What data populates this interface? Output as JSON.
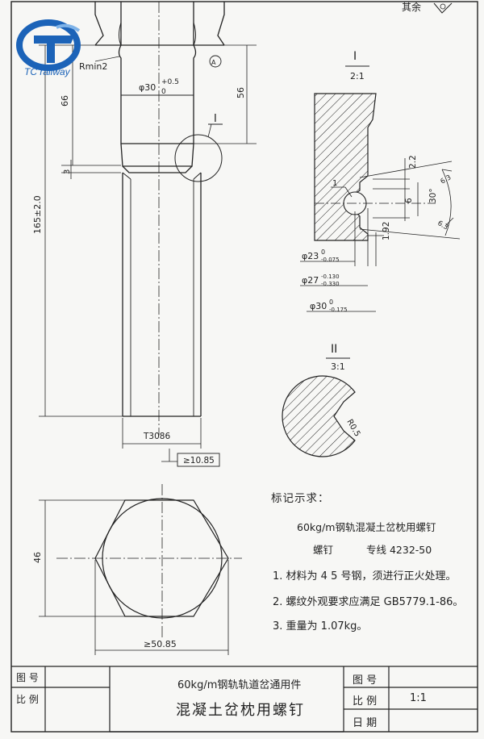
{
  "logo": {
    "text": "TC rallway",
    "color": "#1c63b8"
  },
  "roughness": {
    "label": "其余"
  },
  "dims": {
    "rmin": "Rmin2",
    "d30": "φ30",
    "d30_tol": "+0.5",
    "d30_tol0": "0",
    "len66": "66",
    "len56": "56",
    "len3": "3",
    "len165": "165±2.0",
    "thread": "T3086",
    "ge10_85": "≥10.85",
    "width46": "46",
    "ge50_85": "≥50.85",
    "section_marker": "I",
    "datum": "A"
  },
  "detail1": {
    "title": "I",
    "scale": "2:1",
    "d23": "φ23",
    "d23_tol": "0",
    "d23_tol2": "-0.075",
    "d27": "φ27",
    "d27_tol1": "-0.130",
    "d27_tol2": "-0.330",
    "d30": "φ30",
    "d30_tol1": "0",
    "d30_tol2": "-0.175",
    "dim22": "2.2",
    "dim6": "6",
    "dim30deg": "30°",
    "dim192": "1.92",
    "leader1": "1",
    "r1": "6.3",
    "r2": "6.3"
  },
  "detail2": {
    "title": "II",
    "scale": "3:1",
    "radius": "R0.5"
  },
  "notes": {
    "heading": "标记示求：",
    "name": "60kg/m钢轨混凝土岔枕用螺钉",
    "spec_a": "螺钉",
    "spec_b": "专线 4232-50",
    "item1": "1.  材料为 4 5 号钢，须进行正火处理。",
    "item2": "2.  螺纹外观要求应满足  GB5779.1-86。",
    "item3": "3.  重量为 1.07kg。"
  },
  "titleblock": {
    "drawing_no_label": "图  号",
    "ratio_label_left": "比  例",
    "series": "60kg/m钢轨轨道岔通用件",
    "title": "混凝土岔枕用螺钉",
    "drawing_no_label2": "图  号",
    "scale_label": "比  例",
    "scale_value": "1:1",
    "date_label": "日  期"
  }
}
